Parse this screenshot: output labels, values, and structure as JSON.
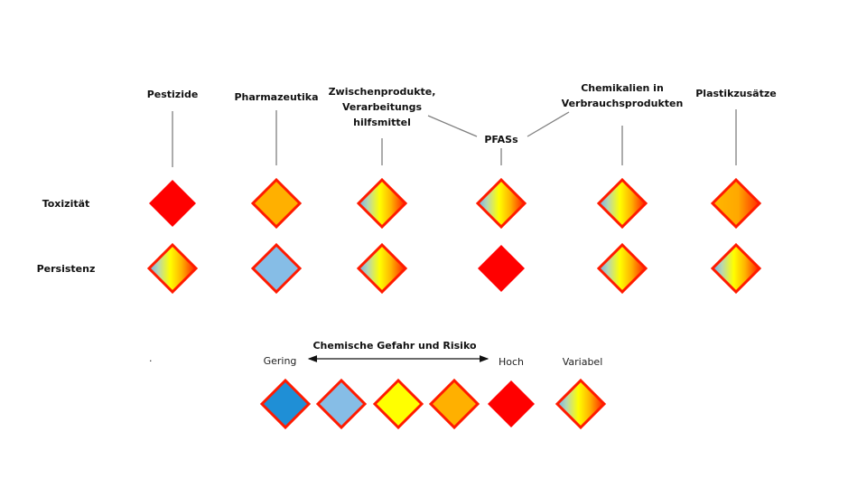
{
  "colors": {
    "border": "#ff1a00",
    "red": "#ff0000",
    "orange": "#ffb000",
    "lightblue": "#86bde6",
    "blue": "#1f8fd6",
    "yellow": "#ffff00",
    "line": "#808080"
  },
  "categories": [
    {
      "label_lines": [
        "Pestizide"
      ],
      "toxicity": "red",
      "persistence": "variable"
    },
    {
      "label_lines": [
        "Pharmazeutika"
      ],
      "toxicity": "orange",
      "persistence": "lightblue"
    },
    {
      "label_lines": [
        "Zwischenprodukte,",
        "Verarbeitungs",
        "hilfsmittel"
      ],
      "toxicity": "variable",
      "persistence": "variable"
    },
    {
      "label_lines": [
        "PFASs"
      ],
      "toxicity": "variable",
      "persistence": "red"
    },
    {
      "label_lines": [
        "Chemikalien in",
        "Verbrauchsprodukten"
      ],
      "toxicity": "variable",
      "persistence": "variable"
    },
    {
      "label_lines": [
        "Plastikzusätze"
      ],
      "toxicity": "orange-red",
      "persistence": "variable"
    }
  ],
  "rows": {
    "toxicity": "Toxizität",
    "persistence": "Persistenz"
  },
  "legend": {
    "title": "Chemische Gefahr und Risiko",
    "low": "Gering",
    "high": "Hoch",
    "variable": "Variabel",
    "scale": [
      "blue",
      "lightblue",
      "yellow",
      "orange",
      "red",
      "variable"
    ]
  },
  "dot": "."
}
